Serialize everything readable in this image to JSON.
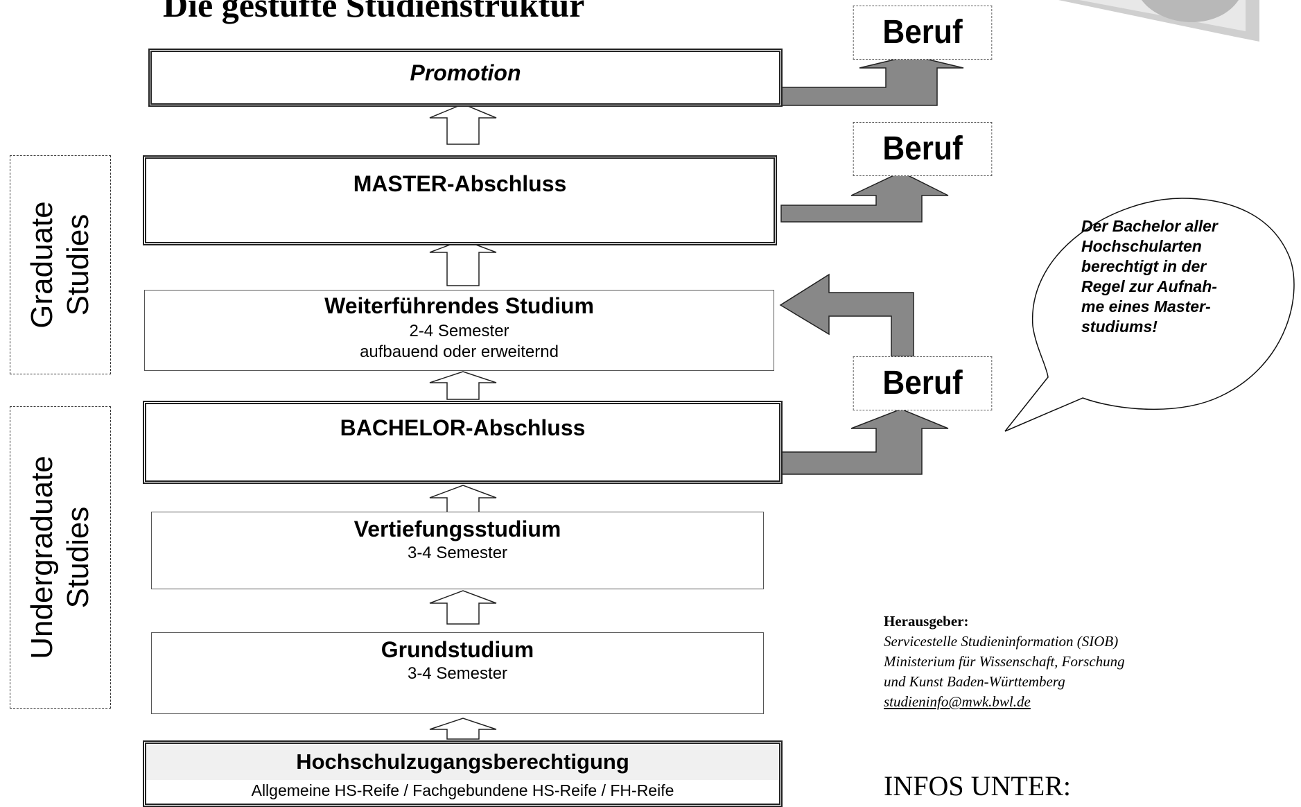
{
  "title": "Die gestufte Studienstruktur",
  "side_labels": {
    "graduate": [
      "Graduate",
      "Studies"
    ],
    "undergraduate": [
      "Undergraduate",
      "Studies"
    ]
  },
  "boxes": {
    "promotion": {
      "title": "Promotion"
    },
    "master": {
      "title": "MASTER-Abschluss"
    },
    "weiterfuehrend": {
      "title": "Weiterführendes Studium",
      "line1": "2-4 Semester",
      "line2": "aufbauend  oder erweiternd"
    },
    "bachelor": {
      "title": "BACHELOR-Abschluss"
    },
    "vertiefung": {
      "title": "Vertiefungsstudium",
      "line1": "3-4 Semester"
    },
    "grund": {
      "title": "Grundstudium",
      "line1": "3-4 Semester"
    },
    "hzb": {
      "title": "Hochschulzugangsberechtigung",
      "line1": "Allgemeine HS-Reife / Fachgebundene HS-Reife / FH-Reife"
    }
  },
  "beruf_label": "Beruf",
  "bubble": [
    "Der Bachelor aller",
    "Hochschularten",
    "berechtigt in der",
    "Regel zur Aufnah-",
    "me eines Master-",
    "studiums!"
  ],
  "publisher": {
    "heading": "Herausgeber:",
    "lines": [
      "Servicestelle Studieninformation (SIOB)",
      "Ministerium für Wissenschaft, Forschung",
      "und Kunst Baden-Württemberg"
    ],
    "email": "studieninfo@mwk.bwl.de"
  },
  "infos": "INFOS UNTER:",
  "colors": {
    "arrow_fill": "#888888",
    "hzb_band": "#f0f0f0"
  }
}
